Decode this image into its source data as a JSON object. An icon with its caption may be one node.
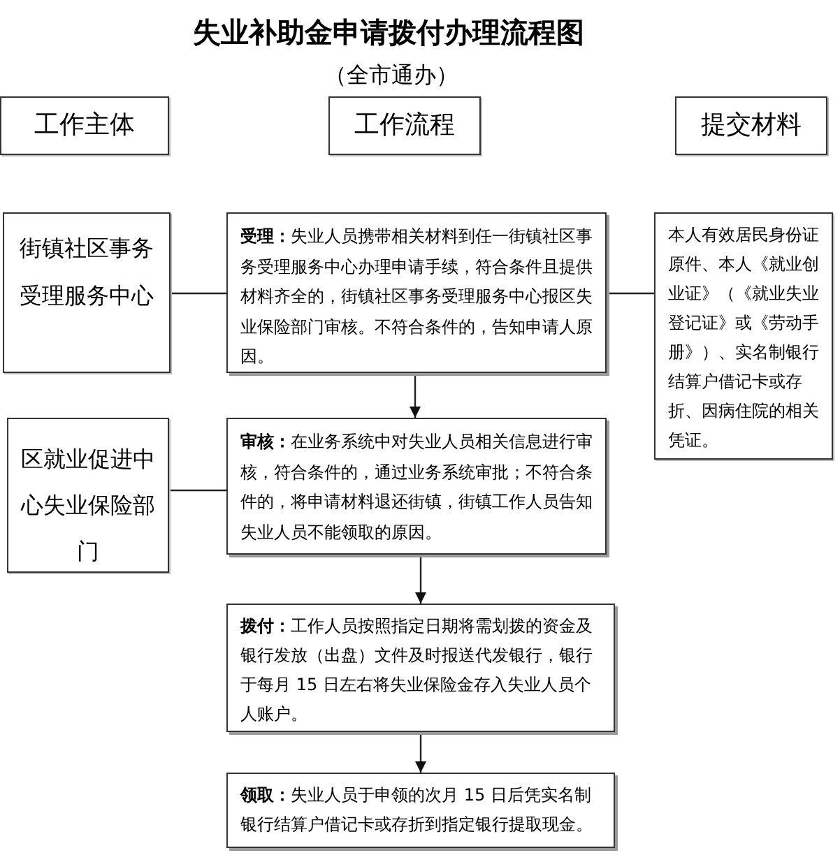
{
  "diagram": {
    "title": "失业补助金申请拨付办理流程图",
    "nodes": [
      {
        "text": [
          "工作主体"
        ]
      },
      {
        "text": [
          "工作流程"
        ]
      },
      {
        "text": [
          "提交材料"
        ]
      },
      {
        "text": [
          "街镇社区事务受理服务中心"
        ]
      },
      {
        "text": [
          "**受理：**失业人员携带相关材料到任一街镇社区事务受理服务中心办理申请手续，符合条件且提供材料齐全的，街镇社区事务受理服务中心报区失业保险部门审核。不符合条件的，告知申请人原因。"
        ]
      },
      {
        "text": [
          "本人有效居民身份证原件、本人《就业创业证》（《就业失业登记证》或《劳动手册》）、实名制银行结算户借记卡或存折、因病住院的相关凭证。"
        ]
      },
      {
        "text": [
          "区就业促进中心失业保险部门"
        ]
      },
      {
        "text": [
          "**审核：**在业务系统中对失业人员相关信息进行审核，符合条件的，通过业务系统审批；不符合条件的，将申请材料退还街镇，街镇工作人员告知失业人员不能领取的原因。"
        ]
      },
      {
        "text": [
          "**拨付：**工作人员按照指定日期将需划拨的资金及银行发放（出盘）文件及时报送代发银行，银行于每月 15 日左右将失业保险金存入失业人员个人账户。"
        ]
      },
      {
        "text": [
          "**领取：**失业人员于申领的次月 15 日后凭实名制银行结算户借记卡或存折到指定银行提取现金。"
        ]
      }
    ],
    "edges": [
      {
        "from": 3,
        "to": 4,
        "arrow": "none"
      },
      {
        "from": 4,
        "to": 5,
        "arrow": "none"
      },
      {
        "from": 6,
        "to": 7,
        "arrow": "none"
      },
      {
        "from": 4,
        "to": 7,
        "arrow": "to"
      },
      {
        "from": 7,
        "to": 8,
        "arrow": "to"
      },
      {
        "from": 8,
        "to": 9,
        "arrow": "to"
      }
    ],
    "labels": [
      "（全市通办）"
    ]
  }
}
